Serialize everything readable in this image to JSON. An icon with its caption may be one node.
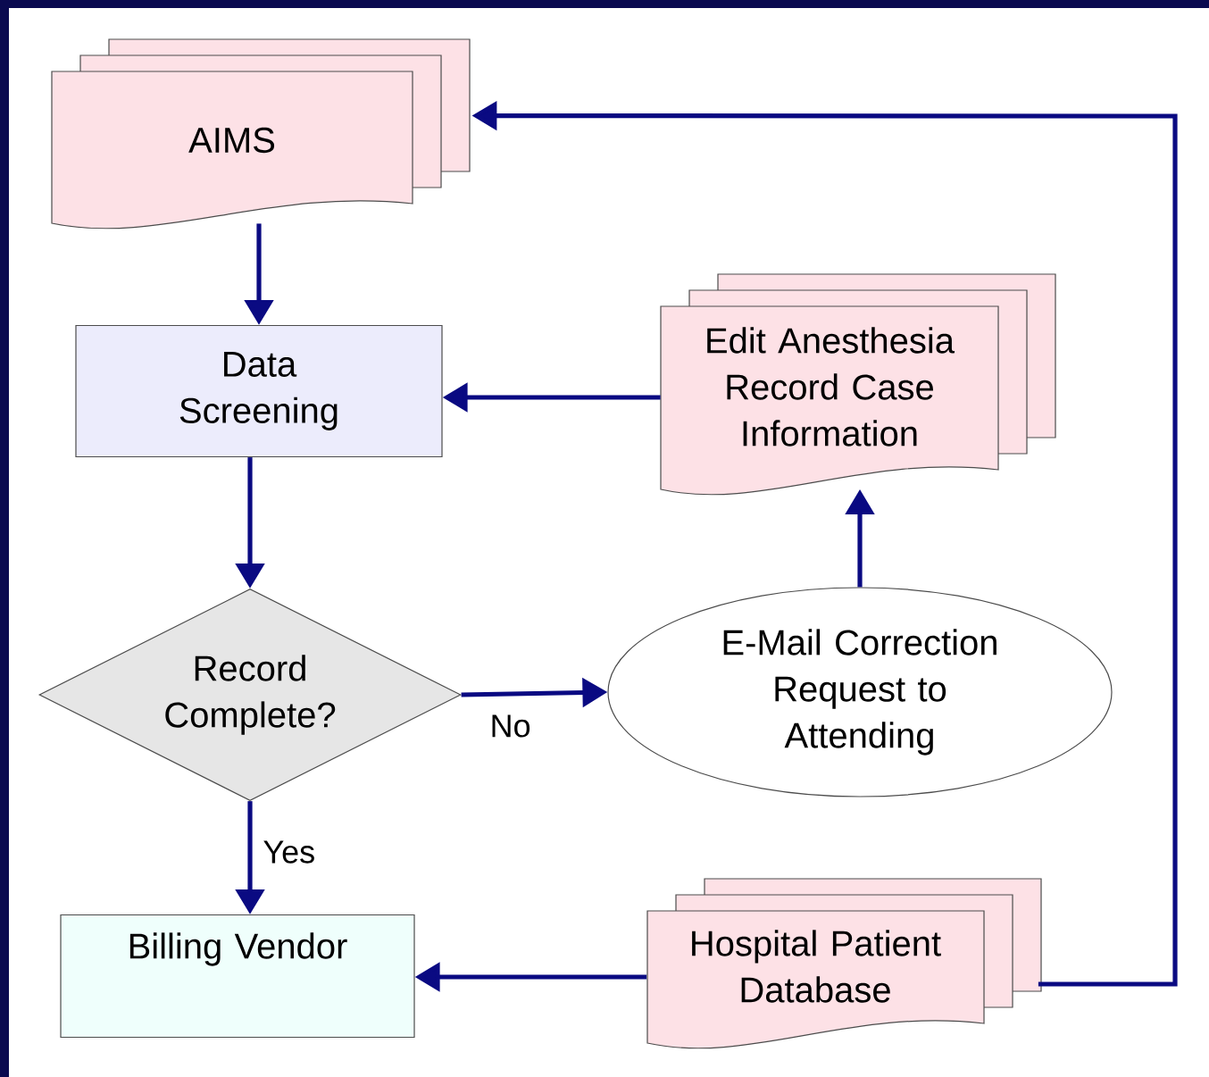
{
  "diagram": {
    "nodes": [
      {
        "text": [
          "AIMS"
        ]
      },
      {
        "text": [
          "Data Screening"
        ]
      },
      {
        "text": [
          "Edit Anesthesia Record Case Information"
        ]
      },
      {
        "text": [
          "Record Complete?"
        ]
      },
      {
        "text": [
          "E-Mail Correction Request to Attending"
        ]
      },
      {
        "text": [
          "Billing Vendor"
        ]
      },
      {
        "text": [
          "Hospital Patient Database"
        ]
      }
    ],
    "edges": [
      {
        "from": 0,
        "to": 1,
        "arrow": "to"
      },
      {
        "from": 1,
        "to": 3,
        "arrow": "to"
      },
      {
        "from": 2,
        "to": 1,
        "arrow": "to"
      },
      {
        "from": 3,
        "to": 4,
        "arrow": "to",
        "label": "No"
      },
      {
        "from": 4,
        "to": 2,
        "arrow": "to"
      },
      {
        "from": 3,
        "to": 5,
        "arrow": "to",
        "label": "Yes"
      },
      {
        "from": 6,
        "to": 5,
        "arrow": "to"
      },
      {
        "from": 6,
        "to": 0,
        "arrow": "to"
      }
    ]
  }
}
